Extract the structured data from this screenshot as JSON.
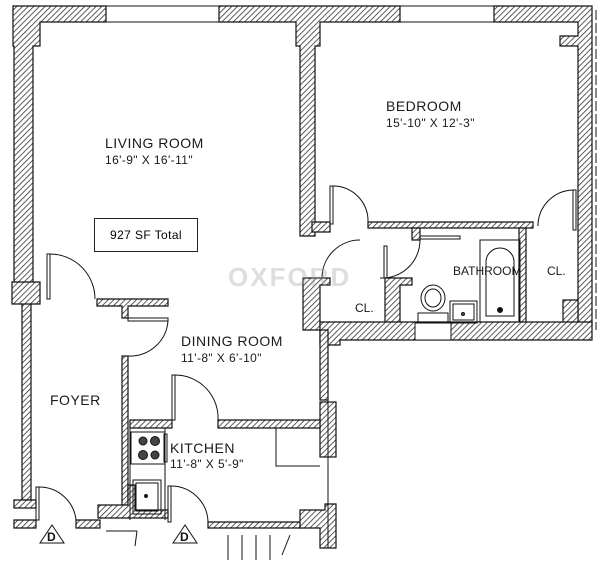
{
  "floorplan": {
    "total_area": "927 SF Total",
    "watermark": "OXFORD",
    "rooms": {
      "living_room": {
        "name": "LIVING ROOM",
        "dimensions": "16'-9\" X 16'-11\""
      },
      "bedroom": {
        "name": "BEDROOM",
        "dimensions": "15'-10\" X 12'-3\""
      },
      "dining_room": {
        "name": "DINING ROOM",
        "dimensions": "11'-8\" X 6'-10\""
      },
      "kitchen": {
        "name": "KITCHEN",
        "dimensions": "11'-8\" X 5'-9\""
      },
      "foyer": {
        "name": "FOYER"
      },
      "bathroom": {
        "name": "BATHROOM"
      },
      "closet_hall": {
        "name": "CL."
      },
      "closet_bedroom": {
        "name": "CL."
      }
    },
    "door_markers": [
      {
        "label": "D"
      },
      {
        "label": "D"
      }
    ],
    "colors": {
      "wall": "#1a1a1a",
      "hatch": "#555555",
      "background": "#ffffff"
    }
  }
}
